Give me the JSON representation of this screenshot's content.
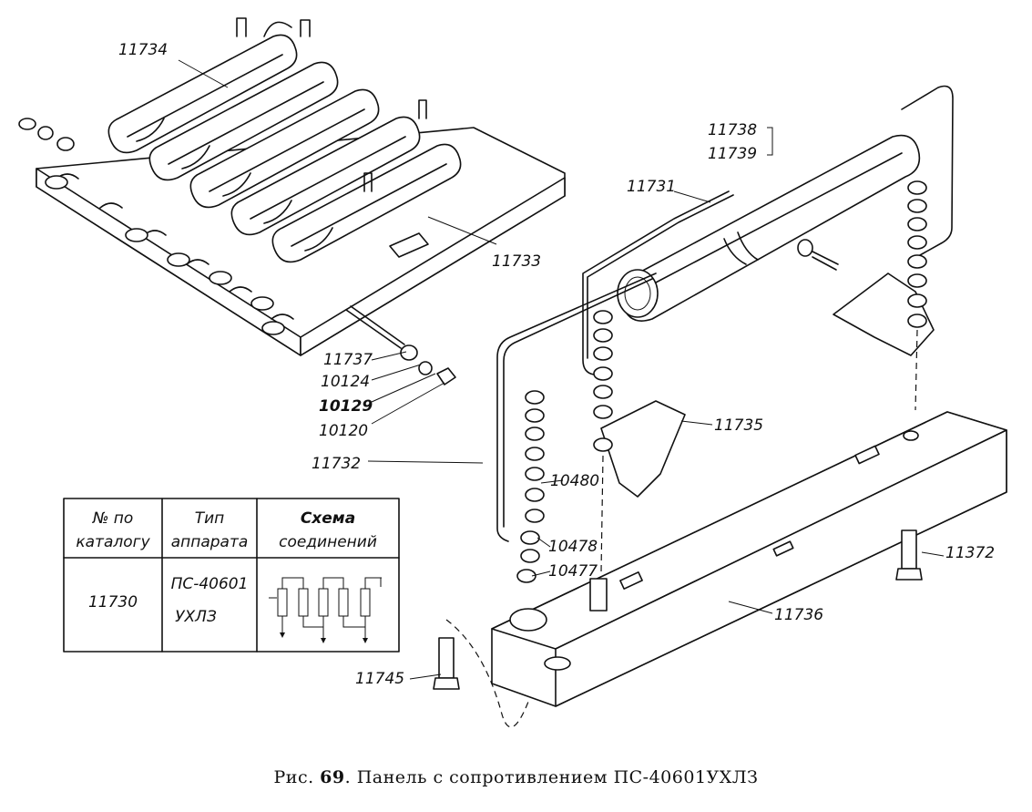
{
  "labels": {
    "p11734": "11734",
    "p11733": "11733",
    "p11738": "11738",
    "p11739": "11739",
    "p11731": "11731",
    "p11737": "11737",
    "p10124": "10124",
    "p10129": "10129",
    "p10120": "10120",
    "p11732": "11732",
    "p11735": "11735",
    "p10480": "10480",
    "p10478": "10478",
    "p10477": "10477",
    "p11372": "11372",
    "p11736": "11736",
    "p11745": "11745"
  },
  "table": {
    "h1a": "№ по",
    "h1b": "каталогу",
    "h2a": "Тип",
    "h2b": "аппарата",
    "h3a": "Схема",
    "h3b": "соединений",
    "catalog": "11730",
    "type_a": "ПС-40601",
    "type_b": "УХЛЗ"
  },
  "caption": {
    "prefix": "Рис. ",
    "number": "69",
    "text": ". Панель с сопротивлением ПС-40601УХЛЗ"
  }
}
